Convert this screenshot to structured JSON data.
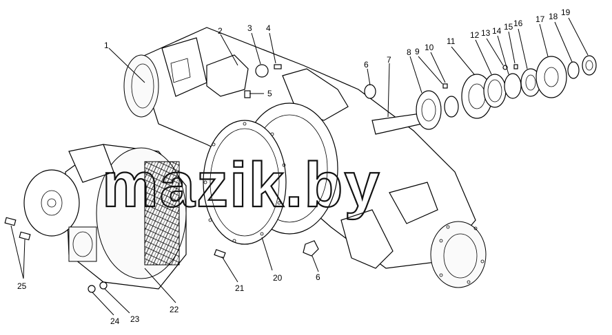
{
  "watermark": "mazik.by",
  "callouts": [
    "1",
    "2",
    "3",
    "4",
    "5",
    "6",
    "7",
    "8",
    "9",
    "10",
    "11",
    "12",
    "13",
    "14",
    "15",
    "16",
    "17",
    "18",
    "19",
    "20",
    "6",
    "21",
    "22",
    "23",
    "24",
    "25"
  ]
}
